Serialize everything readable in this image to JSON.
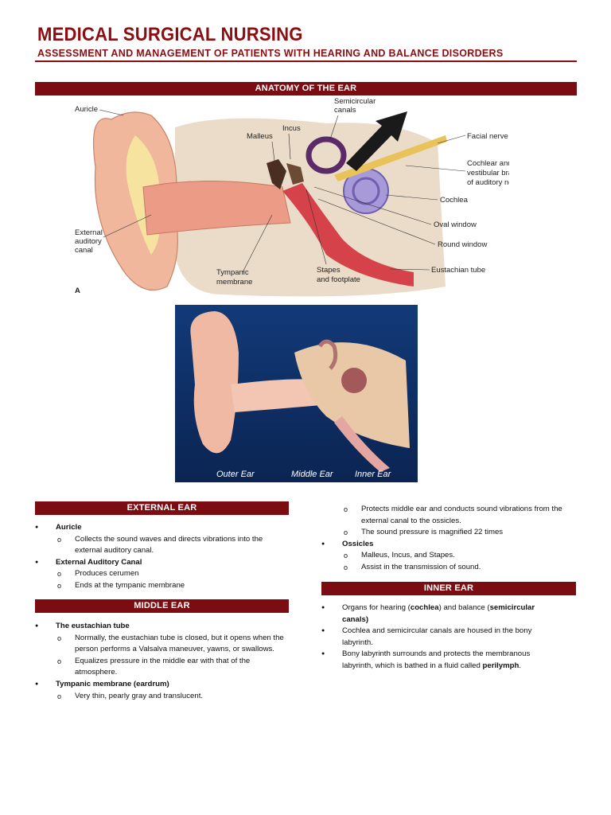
{
  "header": {
    "title": "MEDICAL SURGICAL NURSING",
    "subtitle": "ASSESSMENT AND MANAGEMENT OF PATIENTS WITH HEARING AND BALANCE DISORDERS"
  },
  "anatomy": {
    "bar_title": "ANATOMY OF THE EAR",
    "labels": {
      "auricle": "Auricle",
      "semicircular_1": "Semicircular",
      "semicircular_2": "canals",
      "incus": "Incus",
      "malleus": "Malleus",
      "facial_nerve": "Facial nerve",
      "cochlear_1": "Cochlear and",
      "cochlear_2": "vestibular branches",
      "cochlear_3": "of auditory nerve",
      "cochlea": "Cochlea",
      "oval_window": "Oval window",
      "round_window": "Round window",
      "eustachian": "Eustachian tube",
      "external_1": "External",
      "external_2": "auditory",
      "external_3": "canal",
      "tympanic_1": "Tympanic",
      "tympanic_2": "membrane",
      "stapes_1": "Stapes",
      "stapes_2": "and footplate",
      "fig_letter": "A"
    },
    "figure2_labels": {
      "outer": "Outer Ear",
      "middle": "Middle Ear",
      "inner": "Inner Ear"
    }
  },
  "external_ear": {
    "heading": "EXTERNAL EAR",
    "auricle": "Auricle",
    "auricle_sub": "Collects the sound waves and directs vibrations into the external auditory canal.",
    "canal": "External Auditory Canal",
    "canal_sub1": "Produces cerumen",
    "canal_sub2": "Ends at the tympanic membrane"
  },
  "middle_ear": {
    "heading": "MIDDLE EAR",
    "eustachian": "The eustachian tube",
    "eustachian_sub1": "Normally, the eustachian tube is closed, but it opens when the person performs a Valsalva maneuver, yawns, or swallows.",
    "eustachian_sub2": "Equalizes pressure in the middle ear with that of the atmosphere.",
    "tympanic": "Tympanic membrane (eardrum)",
    "tympanic_sub1": "Very thin, pearly gray and translucent."
  },
  "right_col": {
    "tympanic_sub2": "Protects middle ear and conducts sound vibrations from the external canal to the ossicles.",
    "tympanic_sub3": "The sound pressure is magnified 22 times",
    "ossicles": "Ossicles",
    "ossicles_sub1": "Malleus, Incus, and Stapes.",
    "ossicles_sub2": "Assist in the transmission of sound."
  },
  "inner_ear": {
    "heading": "INNER EAR",
    "b1_a": "Organs for hearing (",
    "b1_b": "cochlea",
    "b1_c": ") and balance (",
    "b1_d": "semicircular canals)",
    "b2": "Cochlea and semicircular canals are housed in the bony labyrinth.",
    "b3_a": "Bony labyrinth surrounds and protects the membranous labyrinth, which is bathed in a fluid called ",
    "b3_b": "perilymph",
    "b3_c": "."
  },
  "colors": {
    "accent": "#8a0e12",
    "bar": "#7b0d12"
  }
}
